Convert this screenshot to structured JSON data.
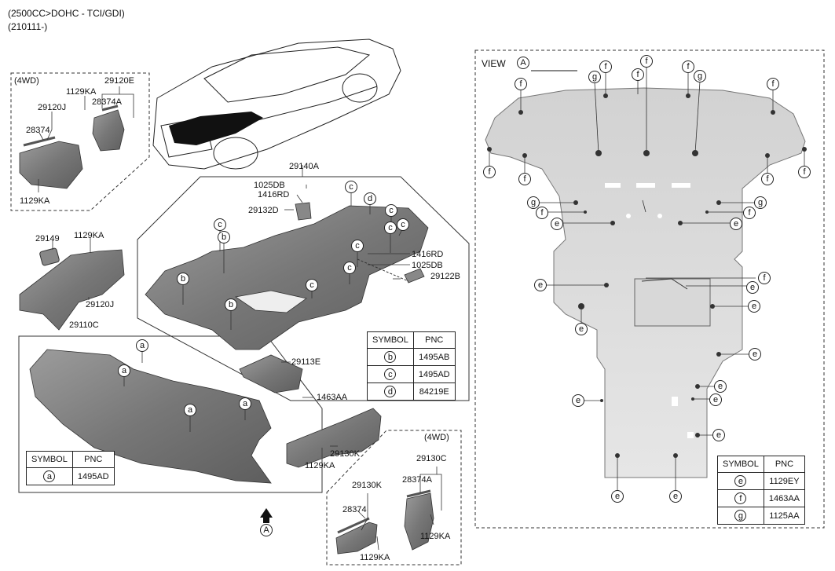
{
  "header": {
    "engine": "(2500CC>DOHC - TCI/GDI)",
    "date": "(210111-)"
  },
  "boxes": {
    "fourwd_top": "(4WD)",
    "fourwd_bottom": "(4WD)",
    "view": "VIEW",
    "view_letter": "A",
    "arrow_letter": "A"
  },
  "parts": {
    "p29120E": "29120E",
    "p1129KA_a": "1129KA",
    "p28374A_a": "28374A",
    "p29120J_a": "29120J",
    "p28374_a": "28374",
    "p1129KA_b": "1129KA",
    "p29140A": "29140A",
    "p1025DB_a": "1025DB",
    "p1416RD_a": "1416RD",
    "p29132D": "29132D",
    "p29149": "29149",
    "p1129KA_c": "1129KA",
    "p29120J_b": "29120J",
    "p1416RD_b": "1416RD",
    "p1025DB_b": "1025DB",
    "p29122B": "29122B",
    "p29110C": "29110C",
    "p29113E": "29113E",
    "p1463AA": "1463AA",
    "p29130K_a": "29130K",
    "p1129KA_d": "1129KA",
    "p29130C": "29130C",
    "p29130K_b": "29130K",
    "p28374A_b": "28374A",
    "p28374_b": "28374",
    "p1129KA_e": "1129KA",
    "p1129KA_f": "1129KA"
  },
  "tables": {
    "mid": {
      "head": [
        "SYMBOL",
        "PNC"
      ],
      "rows": [
        [
          "b",
          "1495AB"
        ],
        [
          "c",
          "1495AD"
        ],
        [
          "d",
          "84219E"
        ]
      ]
    },
    "left": {
      "head": [
        "SYMBOL",
        "PNC"
      ],
      "rows": [
        [
          "a",
          "1495AD"
        ]
      ]
    },
    "right": {
      "head": [
        "SYMBOL",
        "PNC"
      ],
      "rows": [
        [
          "e",
          "1129EY"
        ],
        [
          "f",
          "1463AA"
        ],
        [
          "g",
          "1125AA"
        ]
      ]
    }
  },
  "callouts": {
    "a": "a",
    "b": "b",
    "c": "c",
    "d": "d",
    "e": "e",
    "f": "f",
    "g": "g"
  }
}
